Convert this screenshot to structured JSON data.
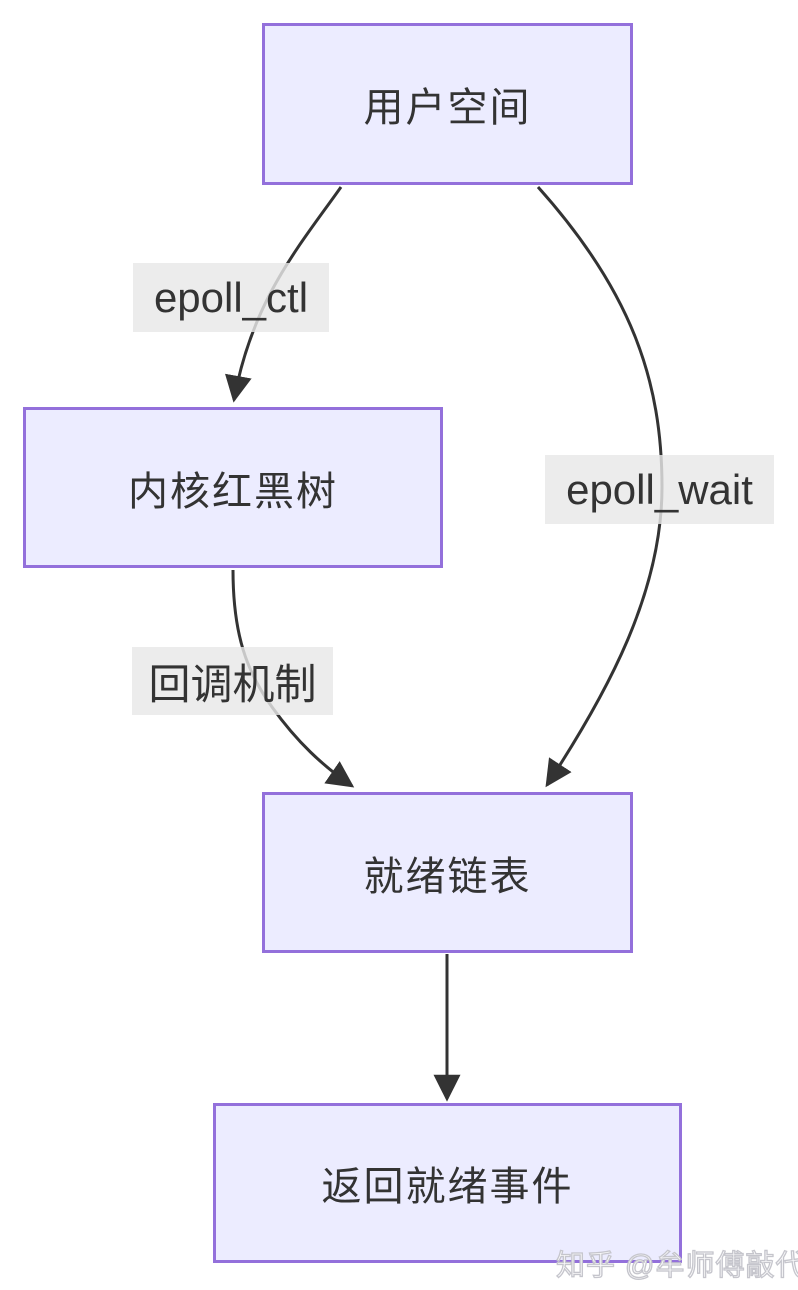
{
  "diagram": {
    "type": "flowchart",
    "direction": "top-down",
    "topic": "epoll workflow",
    "nodes": [
      {
        "id": "user-space",
        "label": "用户空间"
      },
      {
        "id": "kernel-rbtree",
        "label": "内核红黑树"
      },
      {
        "id": "ready-list",
        "label": "就绪链表"
      },
      {
        "id": "return-events",
        "label": "返回就绪事件"
      }
    ],
    "edges": [
      {
        "from": "用户空间",
        "to": "内核红黑树",
        "label": "epoll_ctl"
      },
      {
        "from": "用户空间",
        "to": "就绪链表",
        "label": "epoll_wait"
      },
      {
        "from": "内核红黑树",
        "to": "就绪链表",
        "label": "回调机制"
      },
      {
        "from": "就绪链表",
        "to": "返回就绪事件",
        "label": ""
      }
    ],
    "colors": {
      "node_fill": "#ECECFF",
      "node_border": "#9370DB",
      "edge_line": "#333333",
      "edge_label_bg": "#e8e8e8",
      "text": "#333333",
      "background": "#ffffff"
    }
  },
  "watermark": {
    "text": "知乎 @牟师傅敲代码"
  }
}
